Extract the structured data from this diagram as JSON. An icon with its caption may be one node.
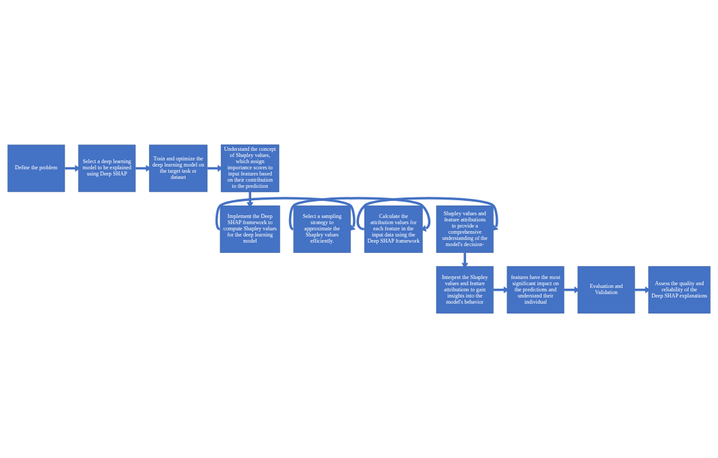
{
  "diagram": {
    "nodes": [
      {
        "text": [
          "Define the problem"
        ]
      },
      {
        "text": [
          "Select a deep learning model to be explained using Deep SHAP"
        ]
      },
      {
        "text": [
          "Train and optimize the deep learning model on the target task or dataset"
        ]
      },
      {
        "text": [
          "Understand the concept of Shapley values, which assign importance scores to input features based on their contribution to the prediction"
        ]
      },
      {
        "text": [
          "Implement the Deep SHAP framework to compute Shapley values for the deep learning model"
        ]
      },
      {
        "text": [
          "Select a sampling strategy to approximate the Shapley values efficiently."
        ]
      },
      {
        "text": [
          "Calculate the attribution values for each feature in the input data using the Deep SHAP framework"
        ]
      },
      {
        "text": [
          "Shapley values and feature attributions to provide a comprehensive understanding of the model's decision-"
        ]
      },
      {
        "text": [
          "Interpret the Shapley values and feature attributions to gain insights into the model's behavior"
        ]
      },
      {
        "text": [
          "features have the most significant impact on the predictions and understand their individual"
        ]
      },
      {
        "text": [
          "Evaluation and Validation"
        ]
      },
      {
        "text": [
          "Assess the quality and reliability of the Deep SHAP explanations"
        ]
      }
    ],
    "edges": [
      {
        "from": 0,
        "to": 1,
        "arrow": "to"
      },
      {
        "from": 1,
        "to": 2,
        "arrow": "to"
      },
      {
        "from": 2,
        "to": 3,
        "arrow": "to"
      },
      {
        "from": 3,
        "to": 4,
        "arrow": "to"
      },
      {
        "from": 4,
        "to": 5,
        "arrow": "to"
      },
      {
        "from": 5,
        "to": 6,
        "arrow": "to"
      },
      {
        "from": 6,
        "to": 7,
        "arrow": "to"
      },
      {
        "from": 7,
        "to": 8,
        "arrow": "to"
      },
      {
        "from": 8,
        "to": 9,
        "arrow": "to"
      },
      {
        "from": 9,
        "to": 10,
        "arrow": "to"
      },
      {
        "from": 10,
        "to": 11,
        "arrow": "to"
      }
    ]
  }
}
